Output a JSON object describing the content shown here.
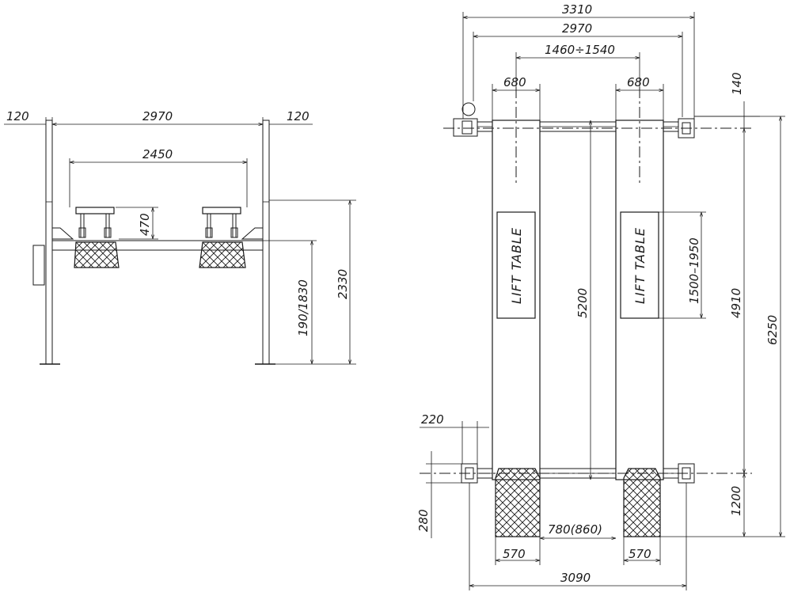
{
  "front_view": {
    "dims": {
      "left_offset": "120",
      "post_span": "2970",
      "right_offset": "120",
      "inner_width": "2450",
      "platform_rise": "470",
      "height_range": "190/1830",
      "total_height": "2330"
    }
  },
  "top_view": {
    "dims": {
      "overall_width": "3310",
      "post_span": "2970",
      "track_range": "1460÷1540",
      "runway_width_left": "680",
      "runway_width_right": "680",
      "front_offset": "140",
      "runway_length": "5200",
      "table_travel": "1500–1950",
      "post_distance": "4910",
      "overall_length": "6250",
      "post_width": "220",
      "post_depth": "280",
      "rear_length": "1200",
      "ramp_gap": "780(860)",
      "ramp_width_left": "570",
      "ramp_width_right": "570",
      "base_width": "3090"
    },
    "labels": {
      "lift_table_left": "LIFT TABLE",
      "lift_table_right": "LIFT TABLE"
    }
  }
}
